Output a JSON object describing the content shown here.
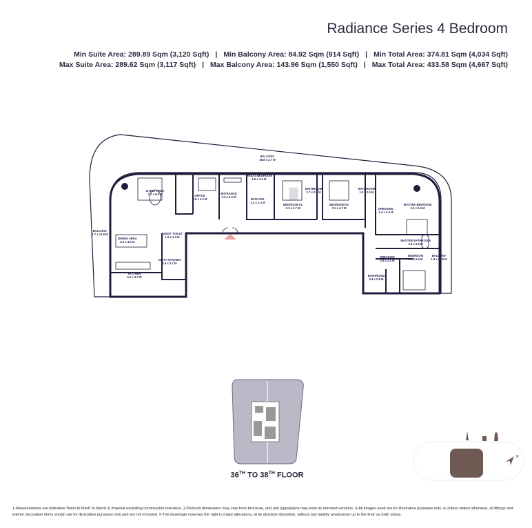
{
  "header": {
    "title": "Radiance Series 4 Bedroom",
    "min_row": [
      "Min Suite Area: 289.89 Sqm (3,120 Sqft)",
      "Min Balcony Area: 84.92 Sqm (914 Sqft)",
      "Min Total Area: 374.81 Sqm (4,034 Sqft)"
    ],
    "max_row": [
      "Max Suite Area: 289.62 Sqm (3,117 Sqft)",
      "Max Balcony Area: 143.96 Sqm (1,550 Sqft)",
      "Max Total Area: 433.58 Sqm (4,667 Sqft)"
    ],
    "separator": "|"
  },
  "rooms": [
    {
      "name": "BALCONY",
      "size": "36.8 x 2.7 M"
    },
    {
      "name": "LIVING AREA",
      "size": "7.1 x 6.0 M"
    },
    {
      "name": "OFFICE",
      "size": "2.8 x 4.2 M"
    },
    {
      "name": "ENTRANCE",
      "size": "3.2 x 6.0 M"
    },
    {
      "name": "MAID'S BEDROOM",
      "size": "1.8 x 2.2 M"
    },
    {
      "name": "BATH RM.",
      "size": "1.4 x 1.4 M"
    },
    {
      "name": "BEDROOM 01",
      "size": "3.1 x 4.7 M"
    },
    {
      "name": "BATHROOM",
      "size": "1.7 x 2.5 M"
    },
    {
      "name": "BEDROOM 02",
      "size": "3.1 x 4.7 M"
    },
    {
      "name": "BATHROOM",
      "size": "1.5 x 2.5 M"
    },
    {
      "name": "DRESSING",
      "size": "2.4 x 3.4 M"
    },
    {
      "name": "MASTER BEDROOM",
      "size": "3.6 x 5.6 M"
    },
    {
      "name": "MASTER BATHROOM",
      "size": "4.8 x 2.6 M"
    },
    {
      "name": "BALCONY",
      "size": "1.7 x 12.8 M"
    },
    {
      "name": "DINING AREA",
      "size": "6.2 x 3.2 M"
    },
    {
      "name": "GUEST TOILET",
      "size": "1.6 x 1.4 M"
    },
    {
      "name": "DIRTY KITCHEN",
      "size": "1.8 x 3.7 M"
    },
    {
      "name": "KITCHEN",
      "size": "6.2 x 3.7 M"
    },
    {
      "name": "DRESSING",
      "size": "2.8 x 2.4 M"
    },
    {
      "name": "BEDROOM",
      "size": "3.7 x 5.6 M"
    },
    {
      "name": "BATHROOM",
      "size": "3.4 x 2.8 M"
    },
    {
      "name": "BALCONY",
      "size": "1.3 x 12.8 M"
    }
  ],
  "keyplan": {
    "floor_from": "36",
    "floor_to": "38",
    "suffix": "TH",
    "to": "TO",
    "floor_word": "FLOOR"
  },
  "compass": {
    "north": "N"
  },
  "colors": {
    "wall": "#1e1e3c",
    "keyplan": "#b9b9c8",
    "entry_marker": "#f0a0a0",
    "landmark": "#6e5a52"
  },
  "disclaimer": "1-Measurements are indicative 'finish to finish' in Metric & Imperial excluding construction tolerance. 2-Plot/unit dimensions may vary from brochure, and unit types/plans may exist as mirrored versions; 3-All images used are for illustrative purposes only. 4-Unless stated otherwise, all fittings and interior decorative items shown are for illustrative purposes only and are not included. 5-The developer reserves the right to make alterations, at its absolute discretion, without any liability whatsoever up to the final 'as built' status."
}
